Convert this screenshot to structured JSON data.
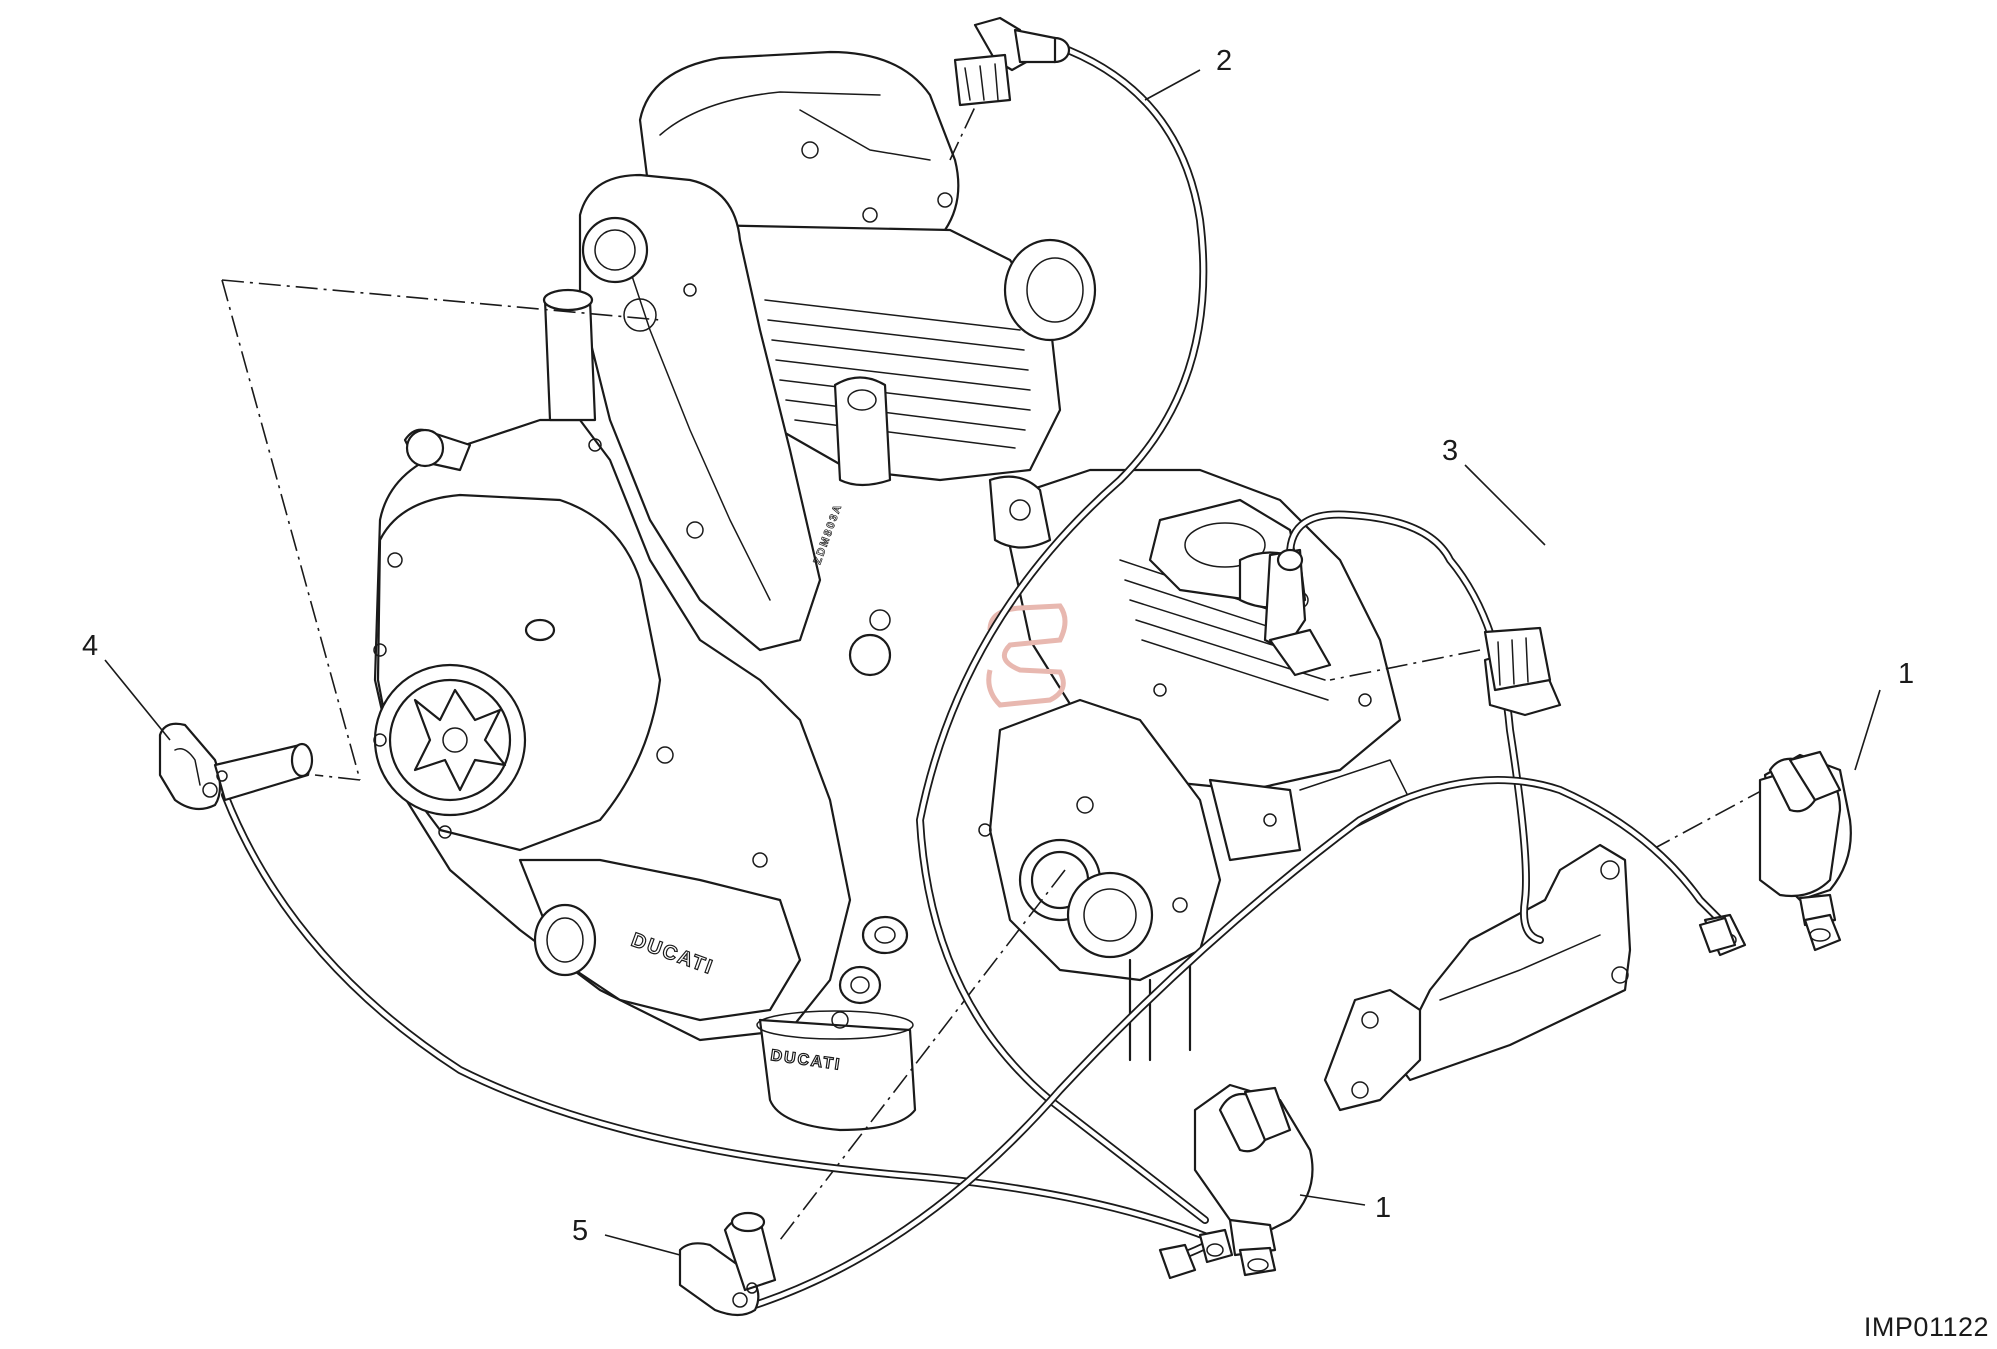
{
  "diagram": {
    "callouts": [
      {
        "id": "1a",
        "label": "1"
      },
      {
        "id": "1b",
        "label": "1"
      },
      {
        "id": "2",
        "label": "2"
      },
      {
        "id": "3",
        "label": "3"
      },
      {
        "id": "4",
        "label": "4"
      },
      {
        "id": "5",
        "label": "5"
      }
    ],
    "reference_code": "IMP01122",
    "engine_markings": {
      "brand_cover": "DUCATI",
      "brand_filter": "DUCATI",
      "serial": "ZDM803A"
    }
  },
  "colors": {
    "line": "#1a1a1a",
    "background": "#ffffff",
    "watermark": "#e8b8b0"
  }
}
